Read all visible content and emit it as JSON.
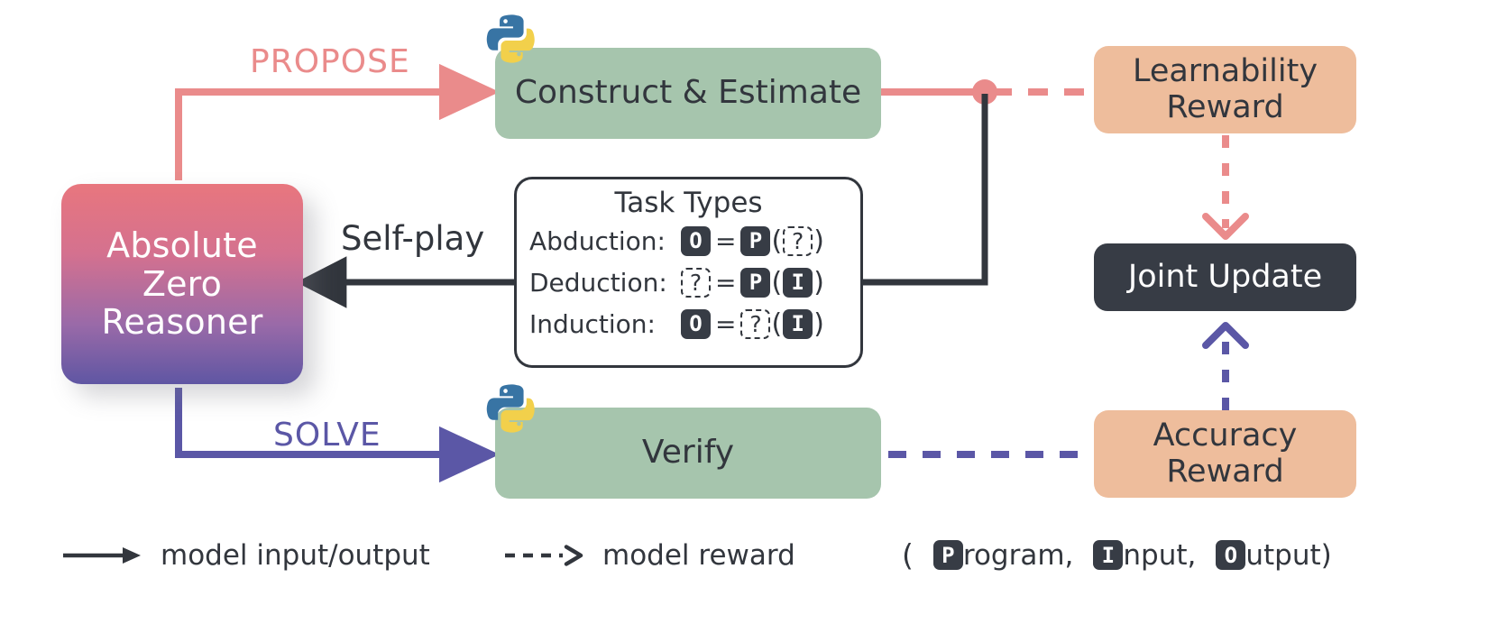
{
  "diagram": {
    "title": "Absolute Zero Reasoner self-play loop"
  },
  "nodes": {
    "azr": {
      "label": "Absolute\nZero\nReasoner",
      "line1": "Absolute",
      "line2": "Zero",
      "line3": "Reasoner",
      "color": "#e8767e→#5f56a3"
    },
    "construct": {
      "label": "Construct & Estimate",
      "color": "#a6c5ad"
    },
    "verify": {
      "label": "Verify",
      "color": "#a6c5ad"
    },
    "learnability": {
      "line1": "Learnability",
      "line2": "Reward",
      "color": "#eebd9c"
    },
    "accuracy": {
      "line1": "Accuracy",
      "line2": "Reward",
      "color": "#eebd9c"
    },
    "joint": {
      "label": "Joint Update",
      "color": "#373c45"
    }
  },
  "task_types": {
    "title": "Task Types",
    "rows": [
      {
        "name": "Abduction:",
        "out": "O",
        "eq": "=",
        "fn": "P",
        "open": "(",
        "arg": "?",
        "close": ")",
        "out_unknown": false,
        "fn_unknown": false,
        "arg_unknown": true
      },
      {
        "name": "Deduction:",
        "out": "?",
        "eq": "=",
        "fn": "P",
        "open": "(",
        "arg": "I",
        "close": ")",
        "out_unknown": true,
        "fn_unknown": false,
        "arg_unknown": false
      },
      {
        "name": "Induction:",
        "out": "O",
        "eq": "=",
        "fn": "?",
        "open": "(",
        "arg": "I",
        "close": ")",
        "out_unknown": false,
        "fn_unknown": true,
        "arg_unknown": false
      }
    ]
  },
  "edge_labels": {
    "propose": "PROPOSE",
    "solve": "SOLVE",
    "self_play": "Self-play"
  },
  "colors": {
    "propose": "#ea8b8b",
    "solve": "#5b57a6",
    "dark": "#32363d",
    "green": "#a6c5ad",
    "peach": "#eebd9c",
    "python_blue": "#3874a4",
    "python_yellow": "#f2d04b"
  },
  "legend": {
    "model_io": "model input/output",
    "model_reward": "model reward",
    "pio": {
      "open": "(",
      "program_badge": "P",
      "program_rest": "rogram,",
      "input_badge": "I",
      "input_rest": "nput,",
      "output_badge": "O",
      "output_rest": "utput)"
    }
  },
  "icons": {
    "python": "python-logo-icon",
    "arrow_solid": "solid-arrow-icon",
    "arrow_dashed": "dashed-arrow-icon",
    "junction_dot": "junction-dot-icon"
  }
}
